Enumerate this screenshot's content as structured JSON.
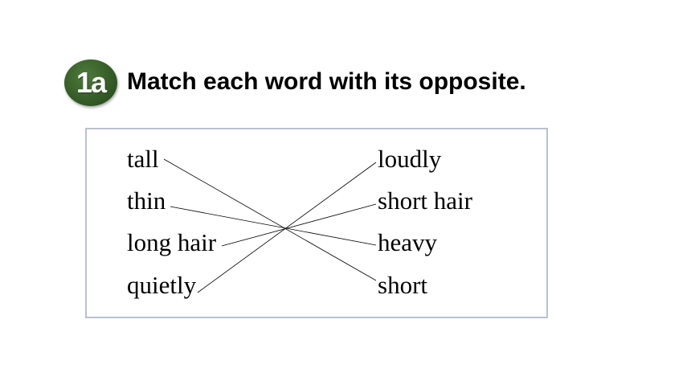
{
  "exercise": {
    "badge": "1a",
    "instruction": "Match each word with its opposite."
  },
  "left_words": [
    "tall",
    "thin",
    "long hair",
    "quietly"
  ],
  "right_words": [
    "loudly",
    "short hair",
    "heavy",
    "short"
  ],
  "matches": [
    {
      "from": "tall",
      "to": "short"
    },
    {
      "from": "thin",
      "to": "heavy"
    },
    {
      "from": "long hair",
      "to": "short hair"
    },
    {
      "from": "quietly",
      "to": "loudly"
    }
  ],
  "colors": {
    "badge_green": "#365d28",
    "box_border": "#b9c0d2",
    "line": "#000000"
  }
}
